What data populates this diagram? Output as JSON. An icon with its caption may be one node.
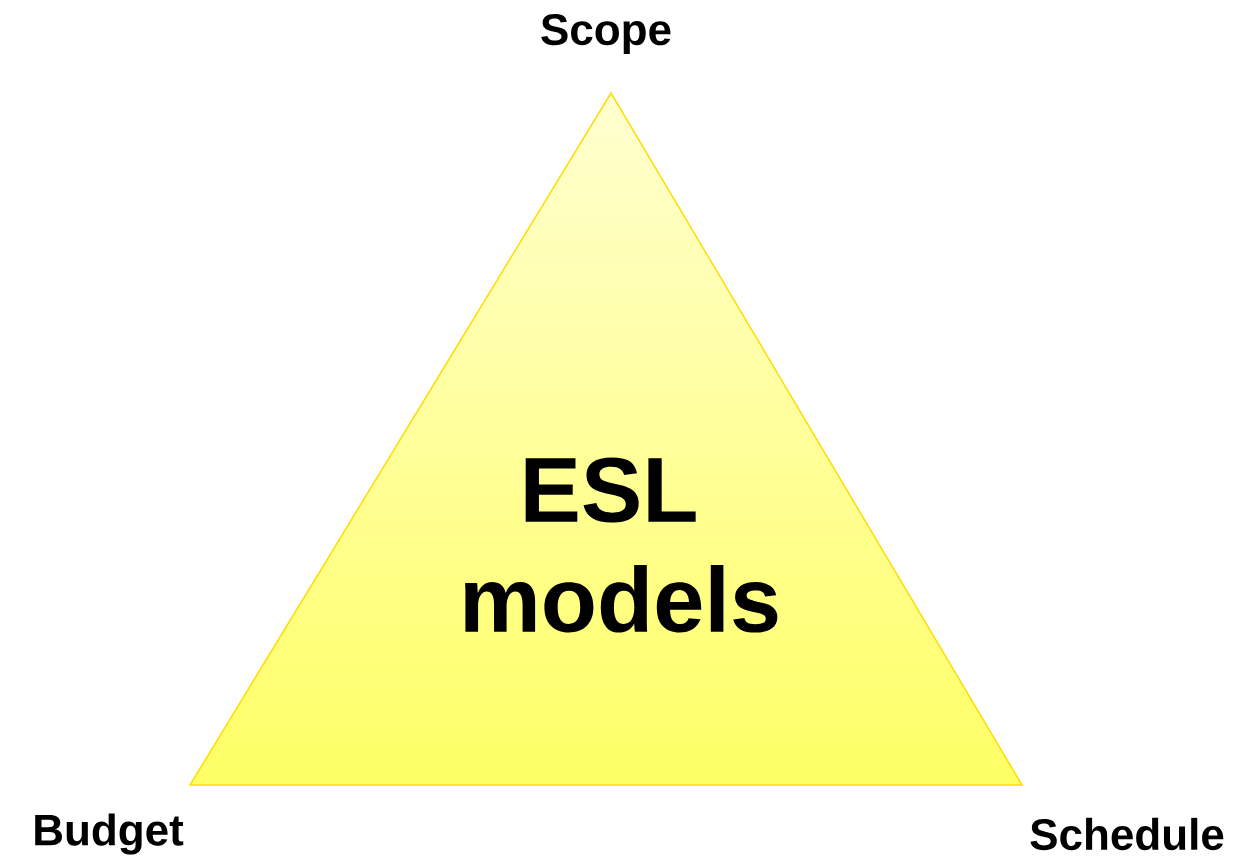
{
  "diagram": {
    "nodes": [
      {
        "text": [
          "ESL models"
        ],
        "beside": [
          "Scope",
          "Budget",
          "Schedule"
        ]
      }
    ]
  }
}
